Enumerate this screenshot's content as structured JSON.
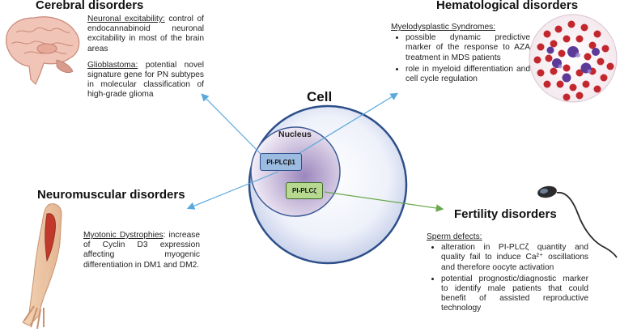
{
  "cerebral": {
    "title": "Cerebral disorders",
    "p1_head": "Neuronal excitability:",
    "p1_body": " control of endocannabinoid neuronal excitability in most of the brain areas",
    "p2_head": "Glioblastoma:",
    "p2_body": " potential novel signature gene for PN subtypes in molecular classification of high-grade glioma"
  },
  "hematological": {
    "title": "Hematological disorders",
    "head": "Myelodysplastic Syndromes:",
    "bullets": [
      "possible dynamic predictive marker of the response to AZA treatment in MDS patients",
      "role in myeloid differentiation and cell cycle regulation"
    ]
  },
  "neuromuscular": {
    "title": "Neuromuscular disorders",
    "head": "Myotonic Dystrophies",
    "body": ": increase of Cyclin D3 expression affecting myogenic differentiation in DM1 and DM2."
  },
  "fertility": {
    "title": "Fertility disorders",
    "head": "Sperm defects:",
    "bullets": [
      "alteration in PI-PLCζ quantity and quality fail to induce Ca²⁺ oscillations and therefore oocyte activation",
      "potential prognostic/diagnostic marker to identify male patients that could benefit of assisted reproductive technology"
    ]
  },
  "cell": {
    "label": "Cell",
    "nucleus_label": "Nucleus",
    "enzyme1": "PI-PLCβ1",
    "enzyme2": "PI-PLCζ"
  },
  "colors": {
    "blue_arrow": "#5aa9dc",
    "green_arrow": "#6aa84f",
    "cell_outer": "#2d4f8a",
    "nucleus_fill": "#b8a3cf",
    "enzyme1_fill": "#9bbbe0",
    "enzyme2_fill": "#b7d98f"
  },
  "icons": [
    "brain-illustration",
    "blood-smear-illustration",
    "arm-muscle-illustration",
    "sperm-illustration"
  ]
}
